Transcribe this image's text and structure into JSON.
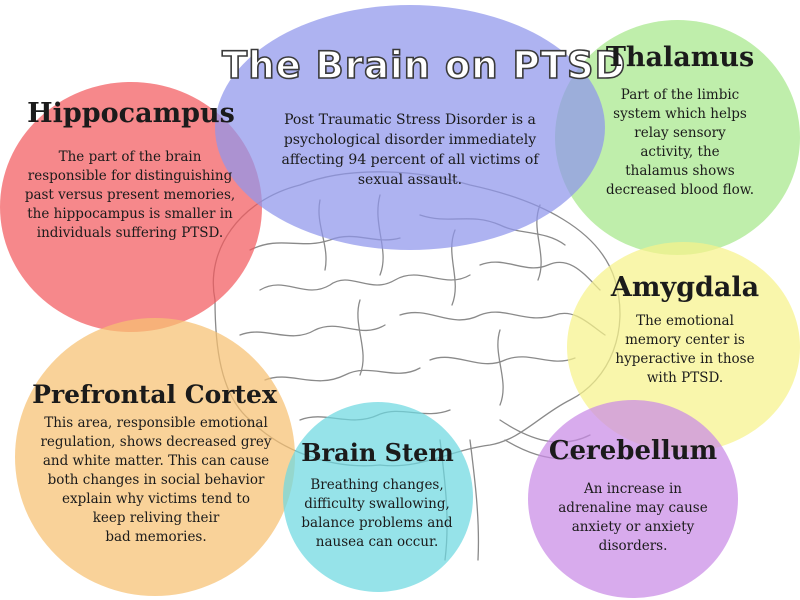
{
  "title": "The Brain on PTSD",
  "intro": "Post Traumatic Stress Disorder is a\npsychological disorder immediately\naffecting 94 percent of all victims of\nsexual assault.",
  "regions": {
    "hippocampus": {
      "title": "Hippocampus",
      "text": "The part of the brain\nresponsible for distinguishing\npast versus present memories,\nthe hippocampus is smaller in\nindividuals suffering PTSD.",
      "color": "#f25a5e"
    },
    "thalamus": {
      "title": "Thalamus",
      "text": "Part of the limbic\nsystem which helps\nrelay sensory\nactivity, the\nthalamus shows\ndecreased blood flow.",
      "color": "#a6e88a"
    },
    "amygdala": {
      "title": "Amygdala",
      "text": "The emotional\nmemory center is\nhyperactive in those\nwith PTSD.",
      "color": "#f6f28a"
    },
    "prefrontal_cortex": {
      "title": "Prefrontal Cortex",
      "text": "This area, responsible emotional\nregulation, shows decreased grey\nand white matter. This can cause\nboth changes in social behavior\nexplain why victims tend to\nkeep reliving their\nbad memories.",
      "color": "#f6c071"
    },
    "brain_stem": {
      "title": "Brain Stem",
      "text": "Breathing changes,\ndifficulty swallowing,\nbalance problems and\nnausea can occur.",
      "color": "#6ed8e0"
    },
    "cerebellum": {
      "title": "Cerebellum",
      "text": "An increase in\nadrenaline may cause\nanxiety or anxiety\ndisorders.",
      "color": "#c98be6"
    },
    "intro_bubble": {
      "color": "#8f95ec"
    }
  }
}
